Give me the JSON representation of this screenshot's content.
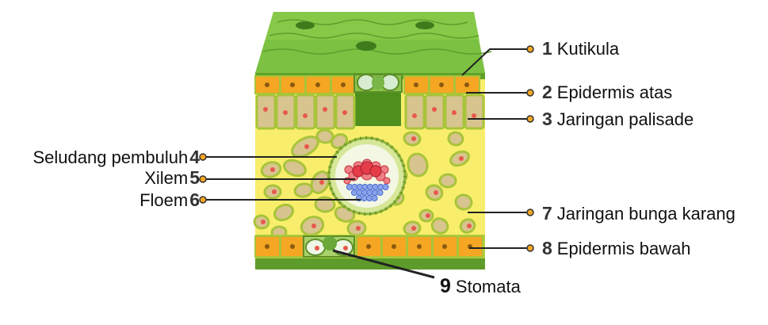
{
  "colors": {
    "cuticle": "#7cc142",
    "epidermis": "#f5a623",
    "cell_fill": "#d8c48f",
    "cell_wall": "#a8c43a",
    "mesophyll_bg": "#f8ee6c",
    "xylem": "#e63c4a",
    "phloem": "#4c6fd1",
    "nucleus": "#e8584d"
  },
  "labels": [
    {
      "num": "1",
      "text": "Kutikula"
    },
    {
      "num": "2",
      "text": "Epidermis atas"
    },
    {
      "num": "3",
      "text": "Jaringan palisade"
    },
    {
      "num": "4",
      "text": "Seludang pembuluh"
    },
    {
      "num": "5",
      "text": "Xilem"
    },
    {
      "num": "6",
      "text": "Floem"
    },
    {
      "num": "7",
      "text": "Jaringan bunga karang"
    },
    {
      "num": "8",
      "text": "Epidermis bawah"
    },
    {
      "num": "9",
      "text": "Stomata"
    }
  ]
}
